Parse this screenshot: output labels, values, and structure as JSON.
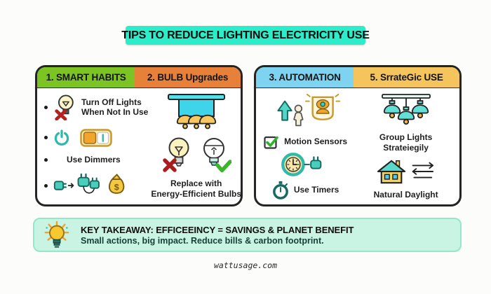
{
  "title": "TIPS TO REDUCE LIGHTING ELECTRICITY USE",
  "panels": {
    "left": {
      "headers": {
        "first": "1. SMART HABITS",
        "second": "2. BULB Upgrades"
      },
      "habits": {
        "turn_off_line1": "Turn Off Lights",
        "turn_off_line2": "When Not In Use",
        "dimmers": "Use Dimmers"
      },
      "upgrades": {
        "caption_line1": "Replace with",
        "caption_line2": "Energy-Efficient Bulbs"
      }
    },
    "right": {
      "headers": {
        "first": "3. AUTOMATION",
        "second": "5. SrrateGic USE"
      },
      "automation": {
        "motion": "Motion Sensors",
        "timers": "Use Timers"
      },
      "strategic": {
        "group_line1": "Group Lights",
        "group_line2": "Strateiegily",
        "daylight": "Natural Daylight"
      }
    }
  },
  "takeaway": {
    "title": "KEY TAKEAWAY: EFFICEEINCY = SAVINGS & PLANET BENEFIT",
    "subtitle": "Small actions, big impact. Reduce bills & carbon footprint."
  },
  "footer": "wattusage.com",
  "icons": {
    "money_symbol": "$",
    "names": [
      "bulb-off-icon",
      "power-icon",
      "toggle-switch-icon",
      "plug-money-icon",
      "pendant-lights-cyan-icon",
      "incandescent-bulb-x-icon",
      "led-bulb-check-icon",
      "motion-sensor-icon",
      "checkbox-check-icon",
      "timer-plug-icon",
      "stopwatch-icon",
      "pendant-lights-teal-icon",
      "house-daylight-icon",
      "glow-bulb-icon"
    ]
  },
  "colors": {
    "title_bg": "#2BEDCA",
    "header_green": "#7CC324",
    "header_orange": "#E7813A",
    "header_blue": "#7ED3F0",
    "header_yellow": "#F5C45D",
    "takeaway_bg": "#C9F3E2",
    "teal_accent": "#35BFAE",
    "red_x": "#B5211F",
    "check_green": "#2FB32B"
  }
}
